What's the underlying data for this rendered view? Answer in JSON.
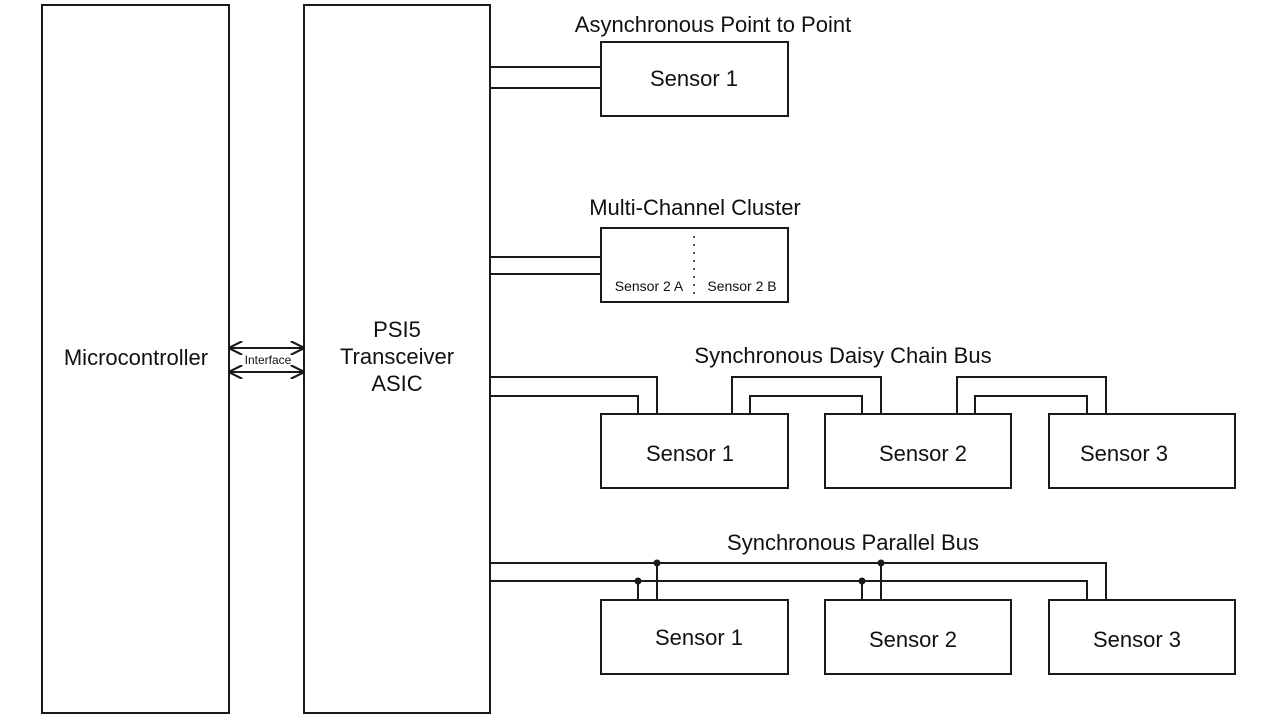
{
  "blocks": {
    "microcontroller": "Microcontroller",
    "interface": "Interface",
    "transceiver": [
      "PSI5",
      "Transceiver",
      "ASIC"
    ]
  },
  "topologies": {
    "async_p2p": {
      "title": "Asynchronous Point to Point",
      "sensors": [
        "Sensor 1"
      ]
    },
    "multi_channel": {
      "title": "Multi-Channel Cluster",
      "sensors": [
        "Sensor 2 A",
        "Sensor 2 B"
      ]
    },
    "daisy_chain": {
      "title": "Synchronous Daisy Chain Bus",
      "sensors": [
        "Sensor 1",
        "Sensor 2",
        "Sensor 3"
      ]
    },
    "parallel": {
      "title": "Synchronous Parallel Bus",
      "sensors": [
        "Sensor 1",
        "Sensor 2",
        "Sensor 3"
      ]
    }
  },
  "colors": {
    "stroke": "#1a1a1a",
    "text": "#111111",
    "background": "#ffffff"
  }
}
